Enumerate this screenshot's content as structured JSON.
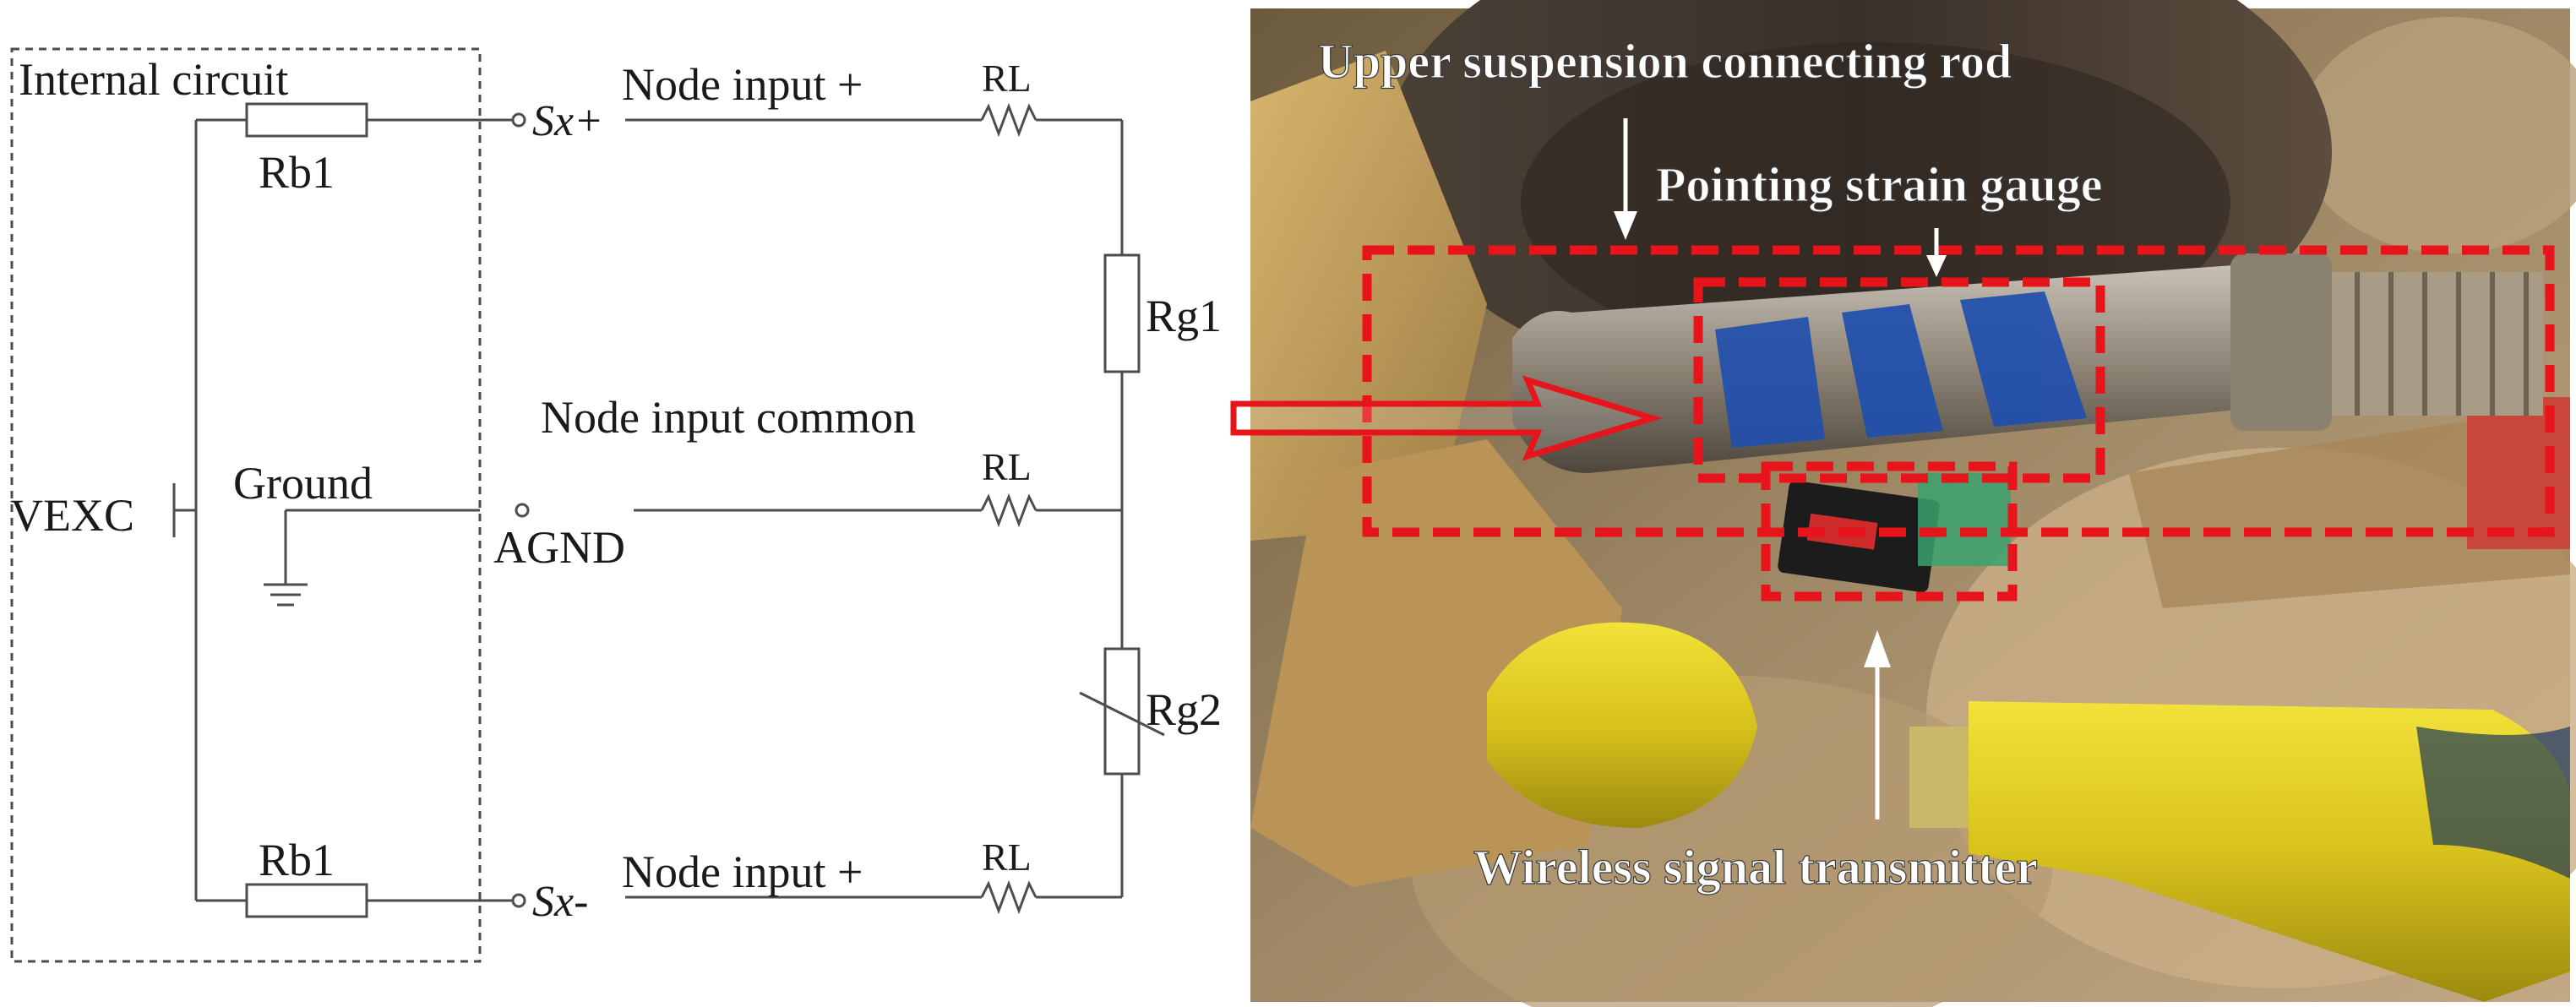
{
  "circuit": {
    "internal_circuit": "Internal circuit",
    "rb1_top": "Rb1",
    "rb1_bottom": "Rb1",
    "sx_plus": "Sx+",
    "sx_minus": "Sx-",
    "node_input_plus_top": "Node input +",
    "node_input_plus_bottom": "Node input +",
    "rl_top": "RL",
    "rl_middle": "RL",
    "rl_bottom": "RL",
    "rg1": "Rg1",
    "rg2": "Rg2",
    "node_input_common": "Node input common",
    "ground": "Ground",
    "vexc": "VEXC",
    "agnd": "AGND"
  },
  "photo": {
    "upper_rod_label": "Upper suspension connecting rod",
    "strain_gauge_label": "Pointing strain gauge",
    "transmitter_label": "Wireless signal transmitter",
    "highlight_color": "#e8141c"
  }
}
